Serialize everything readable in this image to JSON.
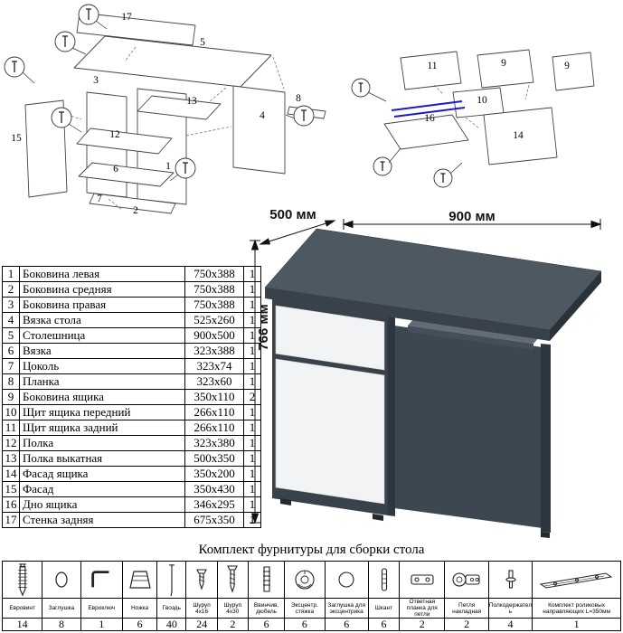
{
  "diagram_left": {
    "labels": {
      "n17": "17",
      "n5": "5",
      "n3": "3",
      "n13": "13",
      "n12": "12",
      "n6": "6",
      "n7": "7",
      "n15": "15",
      "n8": "8",
      "n1": "1",
      "n2": "2",
      "n4": "4"
    }
  },
  "diagram_right": {
    "labels": {
      "n11": "11",
      "n9a": "9",
      "n9b": "9",
      "n10": "10",
      "n16": "16",
      "n14": "14"
    }
  },
  "desk": {
    "width_label": "900 мм",
    "depth_label": "500 мм",
    "height_label": "766 мм"
  },
  "parts_table": {
    "rows": [
      {
        "num": "1",
        "name": "Боковина левая",
        "size": "750x388",
        "qty": "1"
      },
      {
        "num": "2",
        "name": "Боковина средняя",
        "size": "750x388",
        "qty": "1"
      },
      {
        "num": "3",
        "name": "Боковина правая",
        "size": "750x388",
        "qty": "1"
      },
      {
        "num": "4",
        "name": "Вязка стола",
        "size": "525x260",
        "qty": "1"
      },
      {
        "num": "5",
        "name": "Столешница",
        "size": "900x500",
        "qty": "1"
      },
      {
        "num": "6",
        "name": "Вязка",
        "size": "323x388",
        "qty": "1"
      },
      {
        "num": "7",
        "name": "Цоколь",
        "size": "323x74",
        "qty": "1"
      },
      {
        "num": "8",
        "name": "Планка",
        "size": "323x60",
        "qty": "1"
      },
      {
        "num": "9",
        "name": "Боковина ящика",
        "size": "350x110",
        "qty": "2"
      },
      {
        "num": "10",
        "name": "Щит ящика передний",
        "size": "266x110",
        "qty": "1"
      },
      {
        "num": "11",
        "name": "Щит ящика задний",
        "size": "266x110",
        "qty": "1"
      },
      {
        "num": "12",
        "name": "Полка",
        "size": "323x380",
        "qty": "1"
      },
      {
        "num": "13",
        "name": "Полка выкатная",
        "size": "500x350",
        "qty": "1"
      },
      {
        "num": "14",
        "name": "Фасад ящика",
        "size": "350x200",
        "qty": "1"
      },
      {
        "num": "15",
        "name": "Фасад",
        "size": "350x430",
        "qty": "1"
      },
      {
        "num": "16",
        "name": "Дно ящика",
        "size": "346x295",
        "qty": "1"
      },
      {
        "num": "17",
        "name": "Стенка задняя",
        "size": "675x350",
        "qty": "1"
      }
    ]
  },
  "hardware": {
    "title": "Комплект фурнитуры для сборки стола",
    "items": [
      {
        "name": "Евровинт",
        "qty": "14",
        "icon": "confirmat-screw-icon"
      },
      {
        "name": "Заглушка",
        "qty": "8",
        "icon": "cap-icon"
      },
      {
        "name": "Евроключ",
        "qty": "1",
        "icon": "hex-key-icon"
      },
      {
        "name": "Ножка",
        "qty": "6",
        "icon": "foot-icon"
      },
      {
        "name": "Гвоздь",
        "qty": "40",
        "icon": "nail-icon"
      },
      {
        "name": "Шуруп 4x16",
        "qty": "24",
        "icon": "screw-16-icon"
      },
      {
        "name": "Шуруп 4x30",
        "qty": "2",
        "icon": "screw-30-icon"
      },
      {
        "name": "Ввинчив. дюбель",
        "qty": "6",
        "icon": "dowel-screw-icon"
      },
      {
        "name": "Эксцентр. стяжка",
        "qty": "6",
        "icon": "cam-lock-icon"
      },
      {
        "name": "Заглушка для эксцентрика",
        "qty": "6",
        "icon": "cam-cap-icon"
      },
      {
        "name": "Шкант",
        "qty": "6",
        "icon": "wood-dowel-icon"
      },
      {
        "name": "Ответная планка для петли",
        "qty": "2",
        "icon": "hinge-plate-icon"
      },
      {
        "name": "Петля накладная",
        "qty": "2",
        "icon": "hinge-icon"
      },
      {
        "name": "Полкодержатель",
        "qty": "4",
        "icon": "shelf-pin-icon"
      },
      {
        "name": "Комплект роликовых направляющих L=350мм",
        "qty": "1",
        "icon": "roller-guide-icon"
      }
    ]
  }
}
